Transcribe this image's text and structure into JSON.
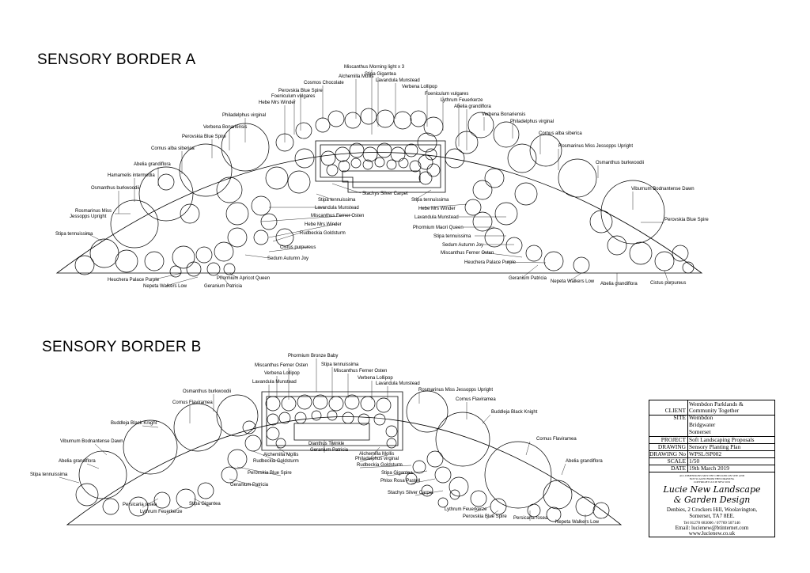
{
  "titles": {
    "a": "SENSORY BORDER A",
    "b": "SENSORY BORDER B"
  },
  "labels_a": [
    "Miscanthus Morning light x 3",
    "Alchemilla Mollis",
    "Stipa Gigantea",
    "Cosmos Chocolate",
    "Lavandula Munstead",
    "Perovskia Blue Spire",
    "Verbena Lollipop",
    "Foeniculum vulgares",
    "Foeniculum vulgares",
    "Hebe Mrs Winder",
    "Lythrum Feuerkerze",
    "Abelia grandiflora",
    "Philadelphus virginal",
    "Verbena Bonariensis",
    "Verbena Bonariensis",
    "Philadelphus virginal",
    "Perovskia Blue Spire",
    "Cornus alba siberica",
    "Cornus alba siberica",
    "Rosmarinus Miss Jessopps Upright",
    "Abelia grandiflora",
    "Osmanthus burkwoodii",
    "Hamamelis intermedia",
    "Osmanthus burkwoodii",
    "Viburnum Bodnantense Dawn",
    "Stachys Silver Carpet",
    "Stipa tennuissima",
    "Stipa tennuissima",
    "Lavandula Munstead",
    "Hebe Mrs Winder",
    "Rosmarinus Miss",
    "Jessopps Upright",
    "Miscanthus Ferner Osten",
    "Lavandula Munstead",
    "Perovskia Blue Spire",
    "Hebe Mrs Winder",
    "Phormium Maori Queen",
    "Rudbeckia Goldsturm",
    "Stipa tennuissima",
    "Cistus purpureus",
    "Stipa tennuissima",
    "Sedum Autumn Joy",
    "Sedum Autumn Joy",
    "Miscanthus Ferner Osten",
    "Heuchera Palace Purple",
    "Phormium Apricot Queen",
    "Heuchera Palace Purple",
    "Nepeta Walkers Low",
    "Geranium Patricia",
    "Geranium Patricia",
    "Nepeta Walkers Low",
    "Abelia grandiflora",
    "Cistus purpureus"
  ],
  "labels_b": [
    "Phormium Bronze Baby",
    "Miscanthus Ferner Osten",
    "Stipa tennuissima",
    "Miscanthus Ferner Osten",
    "Verbena Lollipop",
    "Verbena Lollipop",
    "Lavandula Munstead",
    "Lavandula Munstead",
    "Osmanthus burkwoodii",
    "Rosmarinus Miss Jessopps Upright",
    "Cornus Flaviramea",
    "Cornus Flaviramea",
    "Buddleja Black Knight",
    "Buddleja Black Knight",
    "Viburnum Bodnantense Dawn",
    "Cornus Flaviramea",
    "Dianthus Twinkle",
    "Geranium Patricia",
    "Abelia grandiflora",
    "Alchemilla Mollis",
    "Alchemilla Mollis",
    "Abelia grandiflora",
    "Rudbeckia Goldsturm",
    "Philadelphus virginal",
    "Stipa tennuissima",
    "Rudbeckia Goldsturm",
    "Perovskia Blue Spire",
    "Stipa Gigantea",
    "Geranium Patricia",
    "Phlox Rosa Pastell",
    "Stachys Silver Carpet",
    "Persicaria rosea",
    "Stipa Gigantea",
    "Lythrum Feuerkerze",
    "Lythrum Feuerkerze",
    "Perovskia Blue Spire",
    "Persicaria rosea",
    "Nepeta Walkers Low"
  ],
  "title_block": {
    "client_key": "CLIENT",
    "client_val_1": "Wembdon Parklands &",
    "client_val_2": "Community Together",
    "site_key": "SITE",
    "site_val_1": "Wembdon",
    "site_val_2": "Bridgwater",
    "site_val_3": "Somerset",
    "project_key": "PROJECT",
    "project_val": "Soft Landscaping Proposals",
    "drawing_key": "DRAWING",
    "drawing_val": "Sensory Planting Plan",
    "drawingno_key": "DRAWING No",
    "drawingno_val": "WPSL/SP002",
    "scale_key": "SCALE",
    "scale_val": "1/50",
    "date_key": "DATE",
    "date_val": "19th March 2019",
    "note_1": "ALL DIMENSIONS MUST BE CHECKED ON SITE AND",
    "note_2": "NOT SCALED FROM THIS DRAWING",
    "note_3": "COPYRIGHT LUCIE NEW 2019",
    "brand_1": "Lucie New Landscape",
    "brand_2": "& Garden Design",
    "addr_1": "Denbies, 2 Crockers Hill, Woolavington,",
    "addr_2": "Somerset, TA7 8EE.",
    "tel": "Tel 01278 683006 / 07769 507146",
    "email": "Email: lucienew@btinternet.com",
    "web": "www.lucienew.co.uk"
  }
}
